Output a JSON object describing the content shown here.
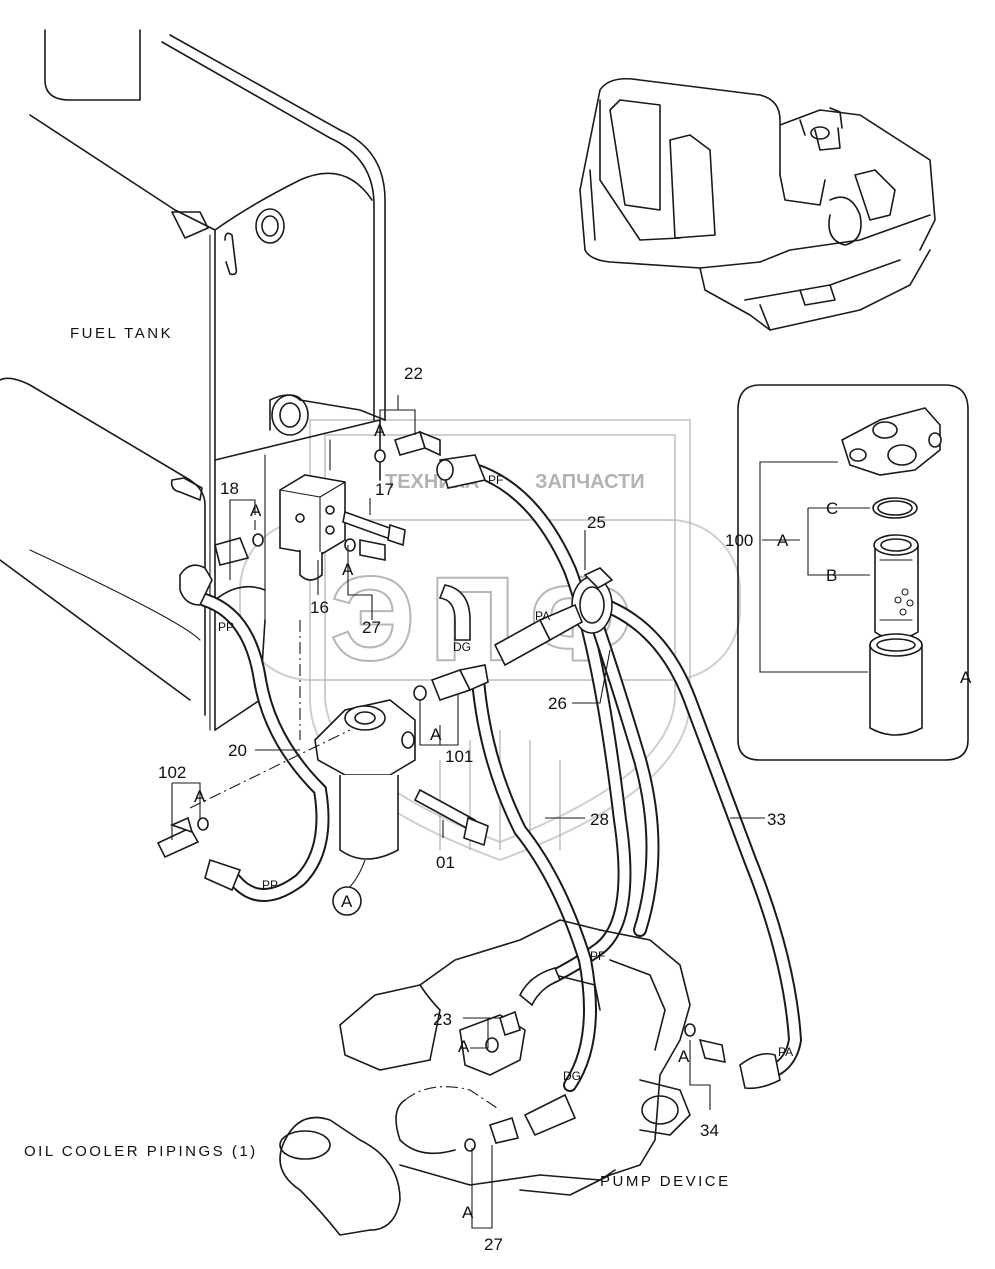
{
  "captions": {
    "fuel_tank": "FUEL TANK",
    "oil_cooler": "OIL COOLER PIPINGS (1)",
    "pump_device": "PUMP DEVICE"
  },
  "watermark": {
    "line1": "ТЕХНИКА",
    "line2": "ЗАПЧАСТИ",
    "logo": "ЭПФ"
  },
  "callouts": {
    "p22": "22",
    "p18": "18",
    "p17": "17",
    "p16": "16",
    "p27a": "27",
    "p25": "25",
    "p26": "26",
    "p20": "20",
    "p101": "101",
    "p102": "102",
    "p01": "01",
    "p28": "28",
    "p33": "33",
    "p23": "23",
    "p34": "34",
    "p27b": "27",
    "p100": "100"
  },
  "labels": {
    "a": "A",
    "b": "B",
    "c": "C",
    "circle_a": "A"
  },
  "hose_tags": {
    "pp": "PP",
    "pf": "PF",
    "pa": "PA",
    "dg": "DG"
  }
}
